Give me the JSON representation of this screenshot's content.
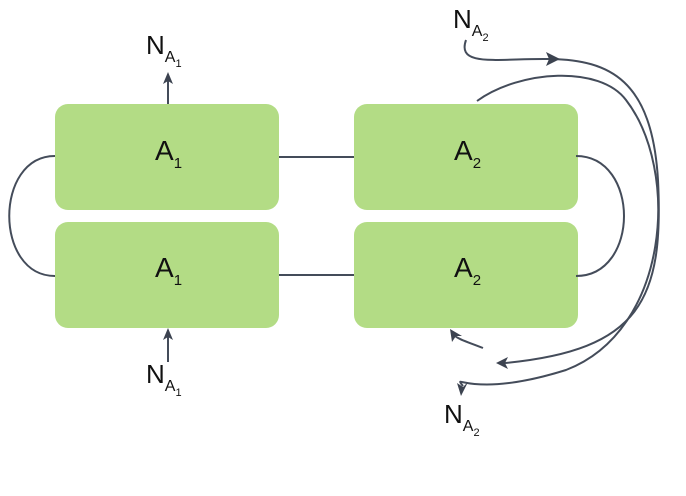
{
  "boxes": [
    {
      "id": "a1-top",
      "main": "A",
      "sub": "1"
    },
    {
      "id": "a1-bottom",
      "main": "A",
      "sub": "1"
    },
    {
      "id": "a2-top",
      "main": "A",
      "sub": "2"
    },
    {
      "id": "a2-bottom",
      "main": "A",
      "sub": "2"
    }
  ],
  "labels": {
    "n_a1_top": {
      "main": "N",
      "sub": "A",
      "subsub": "1"
    },
    "n_a1_bottom": {
      "main": "N",
      "sub": "A",
      "subsub": "1"
    },
    "n_a2_top": {
      "main": "N",
      "sub": "A",
      "subsub": "2"
    },
    "n_a2_bottom": {
      "main": "N",
      "sub": "A",
      "subsub": "2"
    }
  },
  "colors": {
    "box_fill": "#b3dc85",
    "line": "#444c5a"
  }
}
